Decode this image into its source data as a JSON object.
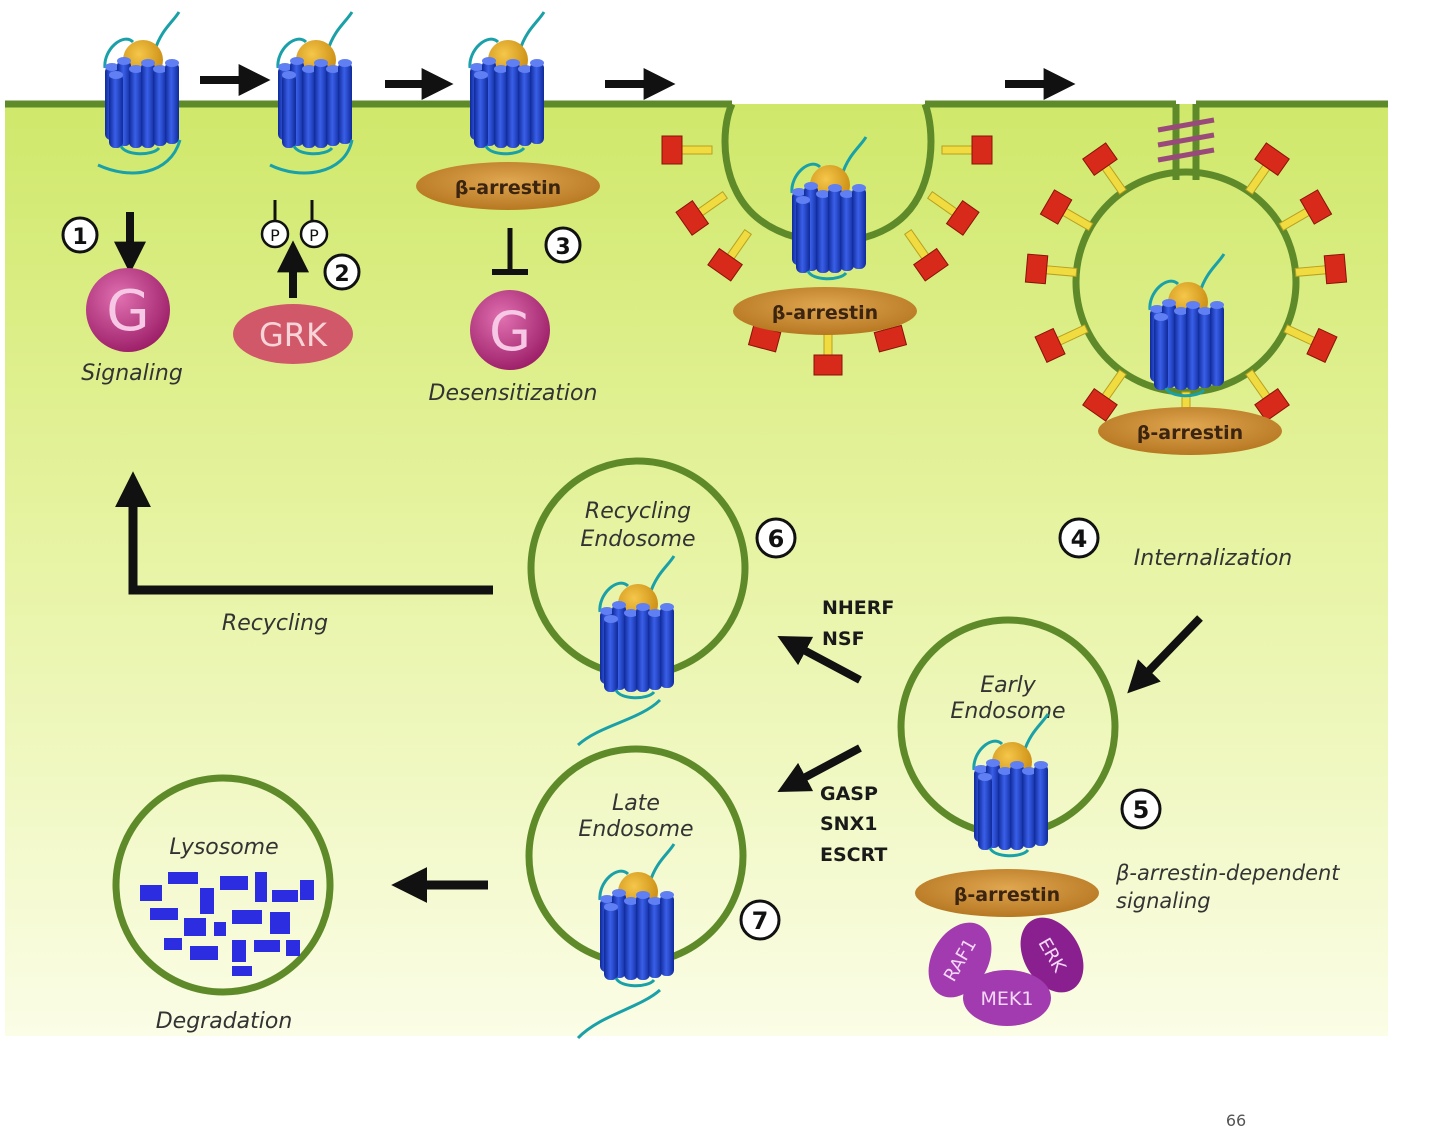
{
  "stages": {
    "s1": {
      "number": "1",
      "label": "Signaling"
    },
    "s2": {
      "number": "2"
    },
    "s3": {
      "number": "3",
      "label": "Desensitization"
    },
    "s4": {
      "number": "4",
      "label": "Internalization"
    },
    "s5": {
      "number": "5",
      "label_line1": "β-arrestin-dependent",
      "label_line2": "signaling"
    },
    "s6": {
      "number": "6"
    },
    "s7": {
      "number": "7"
    }
  },
  "molecules": {
    "g_protein": "G",
    "grk": "GRK",
    "phospho": "P",
    "arrestin": "β-arrestin",
    "raf1": "RAF1",
    "mek1": "MEK1",
    "erk": "ERK"
  },
  "compartments": {
    "recycling_line1": "Recycling",
    "recycling_line2": "Endosome",
    "early_line1": "Early",
    "early_line2": "Endosome",
    "late_line1": "Late",
    "late_line2": "Endosome",
    "lysosome": "Lysosome"
  },
  "pathways": {
    "recycling": "Recycling",
    "degradation": "Degradation",
    "recycling_factors": [
      "NHERF",
      "NSF"
    ],
    "degradation_factors": [
      "GASP",
      "SNX1",
      "ESCRT"
    ]
  },
  "page_number": "66",
  "colors": {
    "membrane": "#5f8a2a",
    "cytoplasm_top": "#cfe86a",
    "cytoplasm_bottom": "#fdfff0",
    "receptor": "#1f3fc6",
    "g_protein": "#b3247a",
    "grk": "#d05868",
    "arrestin": "#c98a2a",
    "clathrin": "#d82a1a",
    "kinase": "#a23bb0",
    "lysosome_fragments": "#2c2ce0"
  }
}
